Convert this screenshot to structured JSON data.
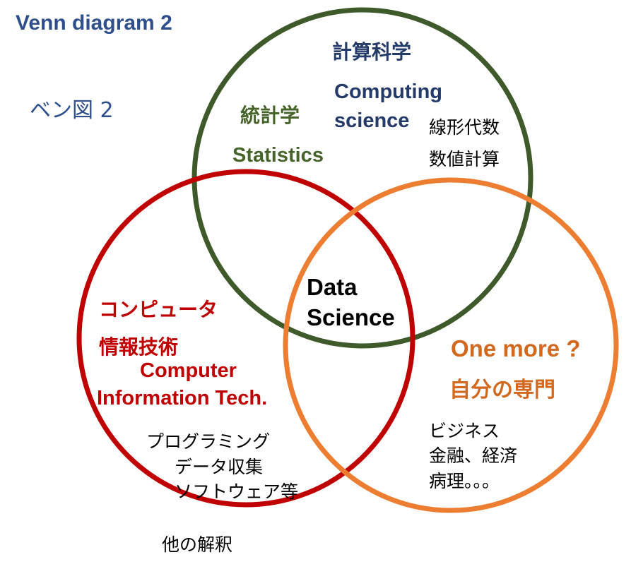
{
  "title": {
    "english": "Venn diagram 2",
    "japanese": "ベン図 2"
  },
  "circles": {
    "computing": {
      "title_ja": "計算科学",
      "title_en_line1": "Computing",
      "title_en_line2": "science",
      "topics": [
        "線形代数",
        "数値計算"
      ],
      "color": "#3f5a2a"
    },
    "statistics": {
      "title_ja": "統計学",
      "title_en": "Statistics",
      "color": "#46642a"
    },
    "computer": {
      "title_ja_line1": "コンピュータ",
      "title_ja_line2": "情報技術",
      "title_en_line1": "Computer",
      "title_en_line2": "Information Tech.",
      "topics": [
        "プログラミング",
        "データ収集",
        "ソフトウェア等"
      ],
      "color": "#c00000"
    },
    "one_more": {
      "title_en": "One more ?",
      "title_ja": "自分の専門",
      "topics": [
        "ビジネス",
        "金融、経済",
        "病理。。。"
      ],
      "color": "#ed7d31"
    }
  },
  "center": {
    "line1": "Data",
    "line2": "Science"
  },
  "footer": "他の解釈"
}
